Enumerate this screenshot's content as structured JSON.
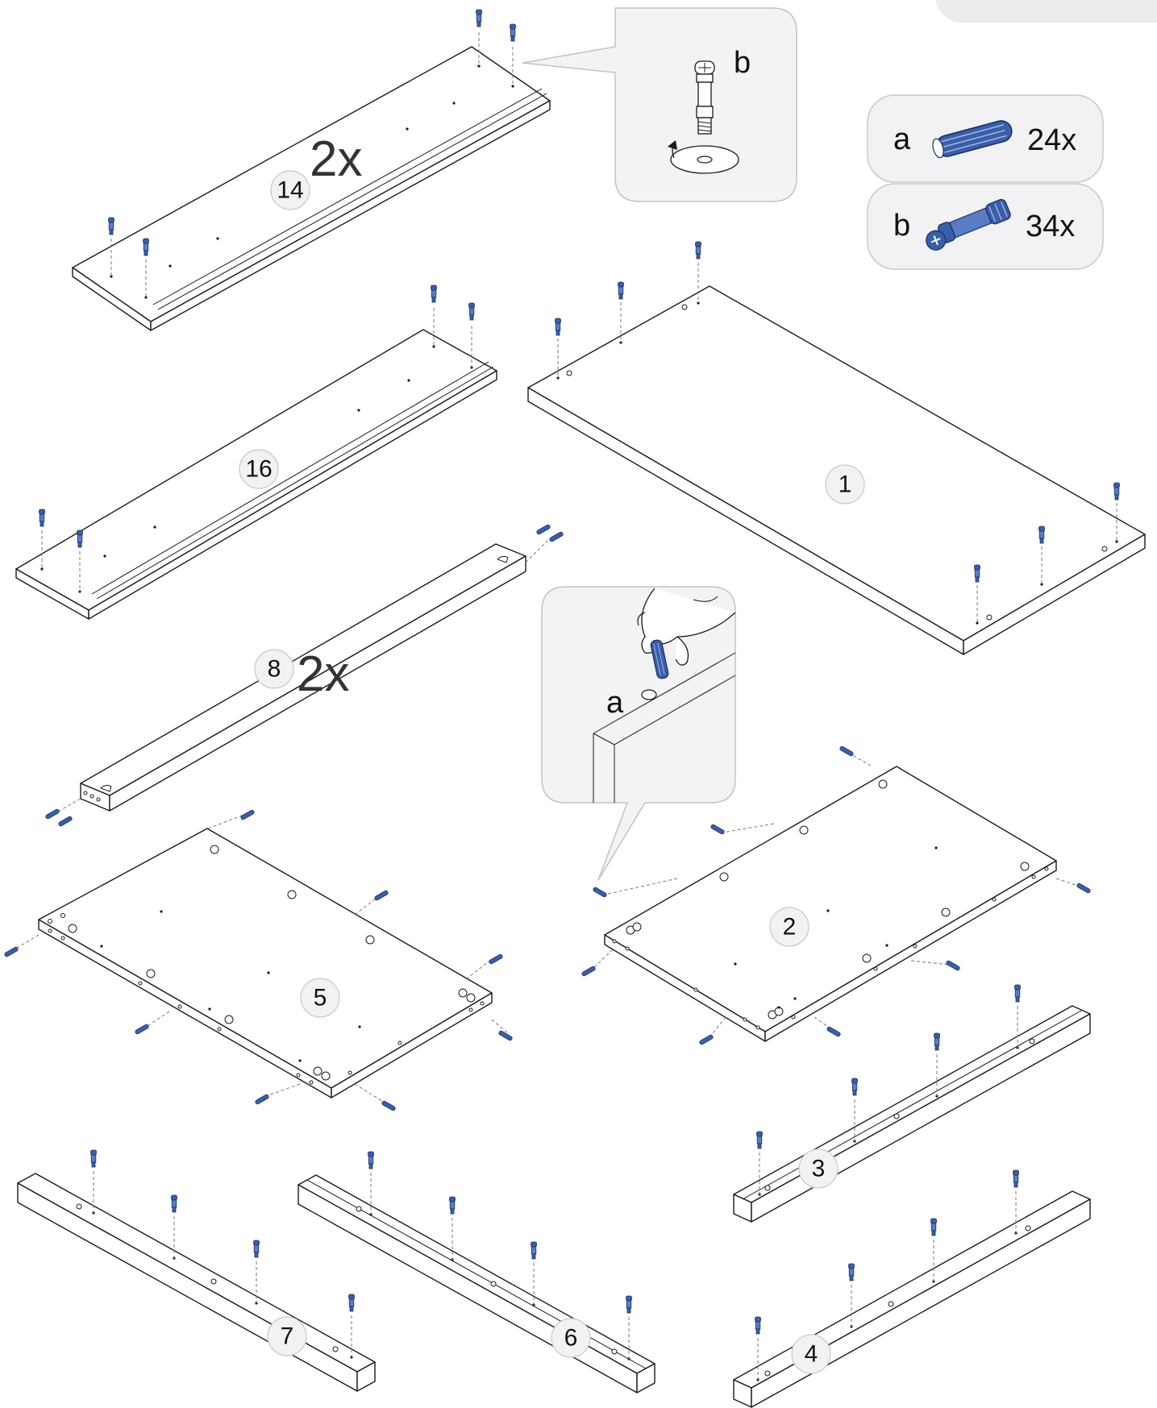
{
  "legend": [
    {
      "letter": "a",
      "qty": "24x",
      "icon": "dowel-icon"
    },
    {
      "letter": "b",
      "qty": "34x",
      "icon": "cam-bolt-icon"
    }
  ],
  "callouts": {
    "cam_bolt_letter": "b",
    "dowel_letter": "a"
  },
  "multipliers": {
    "panel_14": "2x",
    "rail_8": "2x"
  },
  "parts": [
    "14",
    "16",
    "1",
    "8",
    "5",
    "2",
    "3",
    "7",
    "6",
    "4"
  ],
  "colors": {
    "hardware_blue": "#3a5ea8",
    "label_fill": "#f2f2f2",
    "legend_fill": "#f2f2f4",
    "line": "#1a1a1a"
  }
}
